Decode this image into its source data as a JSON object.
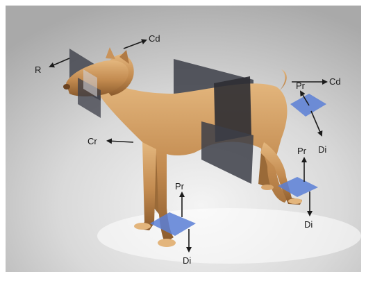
{
  "labels": {
    "rostral": "R",
    "caudal_head": "Cd",
    "caudal_tail": "Cd",
    "cranial": "Cr",
    "proximal_tail": "Pr",
    "distal_tail": "Di",
    "proximal_hind": "Pr",
    "distal_hind": "Di",
    "proximal_fore": "Pr",
    "distal_fore": "Di"
  },
  "colors": {
    "background": "#d6d6d6",
    "body": "#c9935a",
    "plane_dark": "#3c3e48",
    "plane_blue": "#5b7fd6",
    "arrow": "#1a1a1a"
  }
}
